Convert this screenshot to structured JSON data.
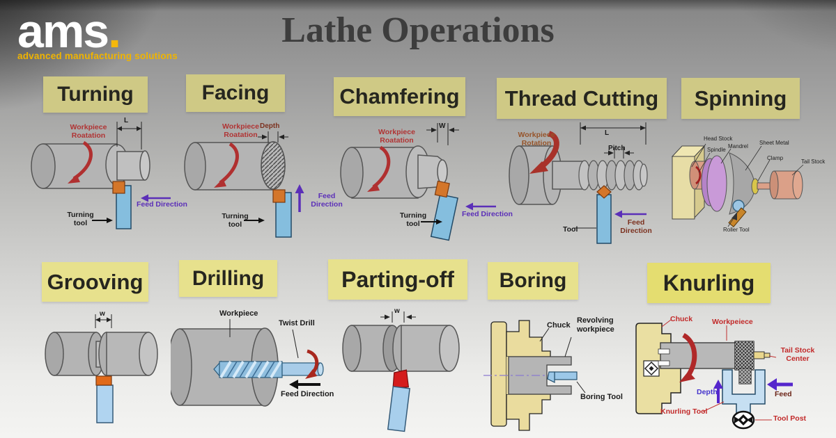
{
  "logo": {
    "brand": "ams",
    "dot": ".",
    "tagline": "advanced manufacturing solutions"
  },
  "title": "Lathe Operations",
  "colors": {
    "header_khaki": "#cfc985",
    "header_yellow": "#e7e18d",
    "workpiece_gray": "#b8b8b8",
    "tool_blue": "#85bede",
    "tool_tip_orange": "#d4762a",
    "rotation_red": "#b03030",
    "feed_purple": "#5b2fb8",
    "label_red": "#c22a2a",
    "logo_yellow": "#f5b80c"
  },
  "panels": {
    "turning": {
      "title": "Turning",
      "rotation": "Workpiece Roatation",
      "dim": "L",
      "feed": "Feed Direction",
      "tool": "Turning tool"
    },
    "facing": {
      "title": "Facing",
      "rotation": "Workpiece Roatation",
      "dim": "Depth",
      "feed": "Feed Direction",
      "tool": "Turning tool"
    },
    "chamfering": {
      "title": "Chamfering",
      "rotation": "Workpiece Roatation",
      "dim": "W",
      "feed": "Feed Direction",
      "tool": "Turning tool"
    },
    "thread_cutting": {
      "title": "Thread Cutting",
      "rotation": "Workpiece Rotation",
      "dim_length": "L",
      "dim_pitch": "Pitch",
      "feed": "Feed Direction",
      "tool": "Tool"
    },
    "spinning": {
      "title": "Spinning",
      "head_stock": "Head Stock",
      "spindle": "Spindle",
      "mandrel": "Mandrel",
      "sheet_metal": "Sheet Metal",
      "clamp": "Clamp",
      "tail_stock": "Tail Stock",
      "roller_tool": "Roller Tool"
    },
    "grooving": {
      "title": "Grooving",
      "dim": "w"
    },
    "drilling": {
      "title": "Drilling",
      "workpiece": "Workpiece",
      "twist_drill": "Twist Drill",
      "feed": "Feed Direction"
    },
    "parting_off": {
      "title": "Parting-off",
      "dim": "w"
    },
    "boring": {
      "title": "Boring",
      "chuck": "Chuck",
      "workpiece": "Revolving workpiece",
      "tool": "Boring Tool"
    },
    "knurling": {
      "title": "Knurling",
      "chuck": "Chuck",
      "workpiece": "Workpeiece",
      "tail_stock_center": "Tail Stock Center",
      "depth": "Depth",
      "feed": "Feed",
      "tool": "Knurling Tool",
      "tool_post": "Tool Post"
    }
  }
}
